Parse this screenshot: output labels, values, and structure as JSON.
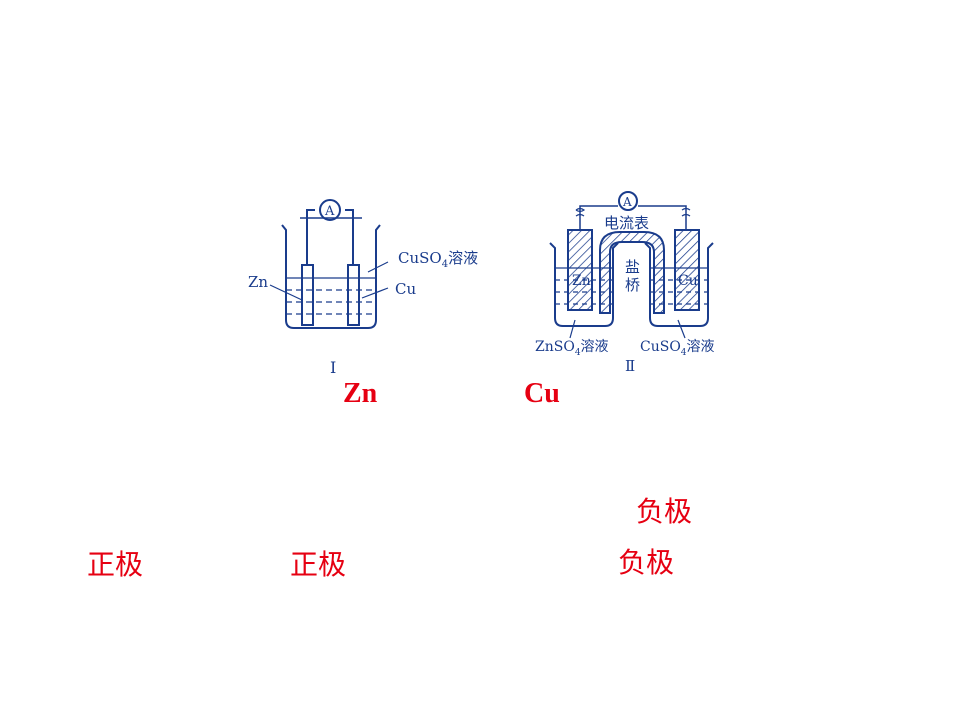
{
  "diagram_1": {
    "meter": "A",
    "solution_label": "CuSO",
    "solution_sub": "4",
    "solution_suffix": "溶液",
    "electrode_left": "Zn",
    "electrode_right": "Cu",
    "caption": "Ⅰ"
  },
  "diagram_2": {
    "meter": "A",
    "meter_label": "电流表",
    "salt_bridge_1": "盐",
    "salt_bridge_2": "桥",
    "electrode_left": "Zn",
    "electrode_right": "Cu",
    "solution_left": "ZnSO",
    "solution_left_sub": "4",
    "solution_left_suffix": "溶液",
    "solution_right": "CuSO",
    "solution_right_sub": "4",
    "solution_right_suffix": "溶液",
    "caption": "Ⅱ"
  },
  "answers": {
    "zn": "Zn",
    "cu": "Cu",
    "neg_1": "负极",
    "pos_1": "正极",
    "pos_2": "正极",
    "neg_2": "负极"
  },
  "colors": {
    "diagram": "#1a3c8c",
    "answer": "#e60012"
  }
}
